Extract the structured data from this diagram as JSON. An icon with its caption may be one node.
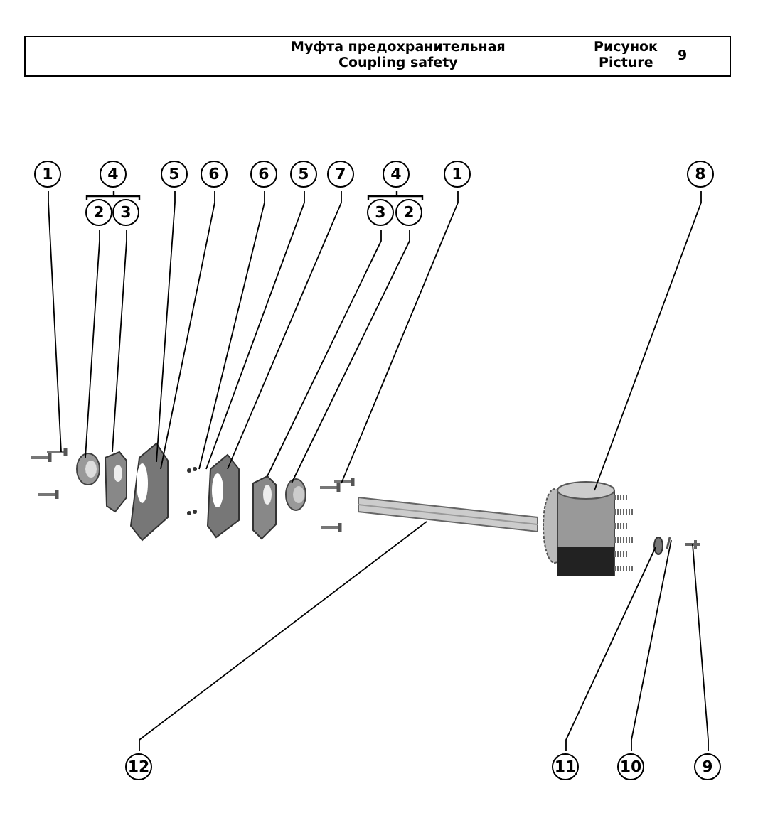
{
  "diagram": {
    "nodes": [
      {
        "text": [
          "1"
        ]
      },
      {
        "text": [
          "4"
        ]
      },
      {
        "text": [
          "2"
        ]
      },
      {
        "text": [
          "3"
        ]
      },
      {
        "text": [
          "5"
        ]
      },
      {
        "text": [
          "6"
        ]
      },
      {
        "text": [
          "6"
        ]
      },
      {
        "text": [
          "5"
        ]
      },
      {
        "text": [
          "7"
        ]
      },
      {
        "text": [
          "4"
        ]
      },
      {
        "text": [
          "3"
        ]
      },
      {
        "text": [
          "2"
        ]
      },
      {
        "text": [
          "1"
        ]
      },
      {
        "text": [
          "8"
        ]
      },
      {
        "text": [
          "12"
        ]
      },
      {
        "text": [
          "11"
        ]
      },
      {
        "text": [
          "10"
        ]
      },
      {
        "text": [
          "9"
        ]
      }
    ],
    "edges": [
      {
        "from": 0,
        "to": null,
        "arrow": "none"
      },
      {
        "from": 2,
        "to": null,
        "arrow": "none"
      },
      {
        "from": 3,
        "to": null,
        "arrow": "none"
      },
      {
        "from": 4,
        "to": null,
        "arrow": "none"
      },
      {
        "from": 5,
        "to": null,
        "arrow": "none"
      },
      {
        "from": 6,
        "to": null,
        "arrow": "none"
      },
      {
        "from": 7,
        "to": null,
        "arrow": "none"
      },
      {
        "from": 8,
        "to": null,
        "arrow": "none"
      },
      {
        "from": 10,
        "to": null,
        "arrow": "none"
      },
      {
        "from": 11,
        "to": null,
        "arrow": "none"
      },
      {
        "from": 12,
        "to": null,
        "arrow": "none"
      },
      {
        "from": 13,
        "to": null,
        "arrow": "none"
      },
      {
        "from": 14,
        "to": null,
        "arrow": "none"
      },
      {
        "from": 15,
        "to": null,
        "arrow": "none"
      },
      {
        "from": 16,
        "to": null,
        "arrow": "none"
      },
      {
        "from": 17,
        "to": null,
        "arrow": "none"
      }
    ],
    "labels": [
      "Муфта предохранительная",
      "Coupling safety",
      "Рисунок",
      "Picture",
      "9"
    ]
  }
}
